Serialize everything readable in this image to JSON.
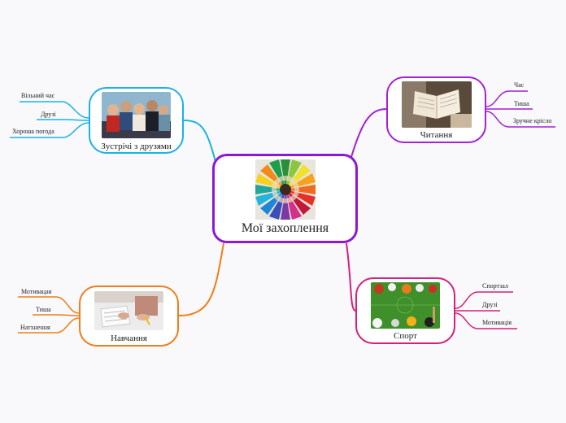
{
  "center": {
    "title": "Мої захоплення",
    "image": "colored-pencils-circle",
    "color": "#8d18d4"
  },
  "topics": [
    {
      "key": "friends",
      "title": "Зустрічі з друзями",
      "color": "#19b3e6",
      "image": "friends-photo",
      "children": [
        "Вільний час",
        "Друзі",
        "Хороша погода"
      ]
    },
    {
      "key": "reading",
      "title": "Читання",
      "color": "#a321d6",
      "image": "open-book-photo",
      "children": [
        "Час",
        "Тиша",
        "Зручне крісло"
      ]
    },
    {
      "key": "study",
      "title": "Навчання",
      "color": "#f07d18",
      "image": "students-writing-photo",
      "children": [
        "Мотивацая",
        "Тиша",
        "Натхнення"
      ]
    },
    {
      "key": "sport",
      "title": "Спорт",
      "color": "#d4207a",
      "image": "sports-balls-photo",
      "children": [
        "Спортзал",
        "Друзі",
        "Мотивація"
      ]
    }
  ]
}
